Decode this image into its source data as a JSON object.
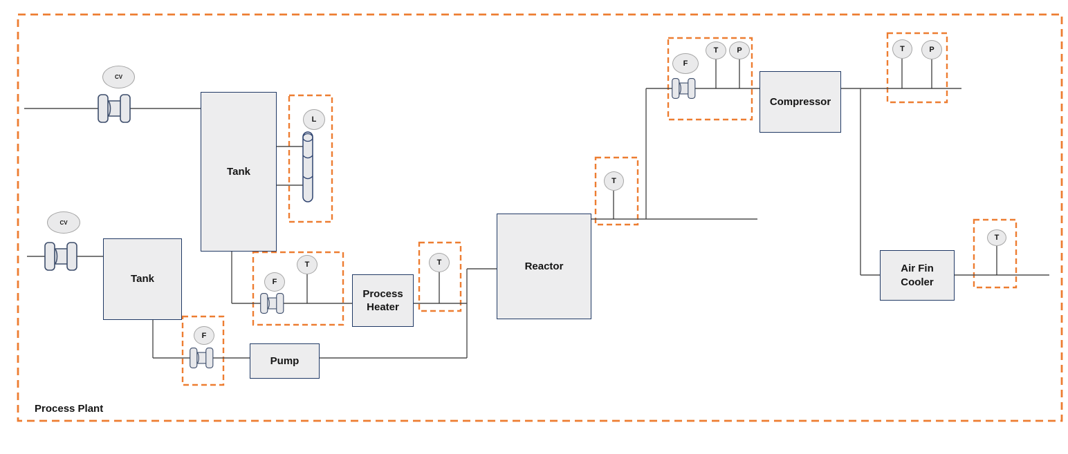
{
  "plant": {
    "name": "Process Plant"
  },
  "equipment": {
    "tank_upper": {
      "label": "Tank"
    },
    "tank_lower": {
      "label": "Tank"
    },
    "pump": {
      "label": "Pump"
    },
    "process_heater": {
      "label": "Process Heater"
    },
    "reactor": {
      "label": "Reactor"
    },
    "compressor": {
      "label": "Compressor"
    },
    "air_fin_cooler": {
      "label": "Air Fin Cooler"
    }
  },
  "instruments": {
    "cv_feed_upper": {
      "label": "CV"
    },
    "cv_feed_lower": {
      "label": "CV"
    },
    "level_tank": {
      "label": "L"
    },
    "flow_heater_inlet": {
      "label": "F"
    },
    "temp_heater_inlet": {
      "label": "T"
    },
    "flow_pump_suction": {
      "label": "F"
    },
    "temp_heater_outlet": {
      "label": "T"
    },
    "temp_reactor_outlet": {
      "label": "T"
    },
    "flow_compressor_suction": {
      "label": "F"
    },
    "temp_compressor_suction": {
      "label": "T"
    },
    "pressure_compressor_suction": {
      "label": "P"
    },
    "temp_compressor_discharge": {
      "label": "T"
    },
    "pressure_compressor_discharge": {
      "label": "P"
    },
    "temp_cooler_outlet": {
      "label": "T"
    }
  },
  "colors": {
    "boundary_dash": "#ED7D31",
    "equipment_border": "#1F3864",
    "equipment_fill": "#EDEDEE",
    "instrument_fill": "#EAEAEB",
    "instrument_border": "#A6A6A6",
    "pipe": "#4D4D4D",
    "valve_fill": "#E7E8EB",
    "valve_border": "#3D4D6B"
  }
}
